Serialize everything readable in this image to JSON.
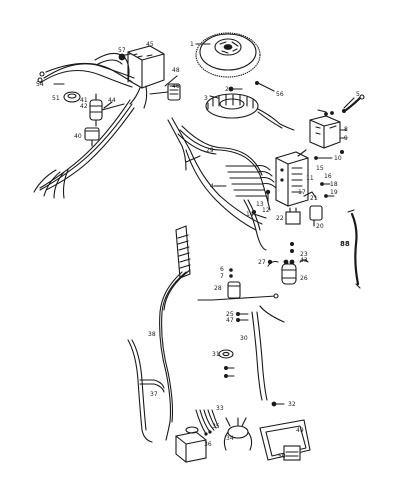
{
  "callouts": [
    {
      "text": "1"
    },
    {
      "text": "2"
    },
    {
      "text": "3"
    },
    {
      "text": "4"
    },
    {
      "text": "5"
    },
    {
      "text": "6"
    },
    {
      "text": "7"
    },
    {
      "text": "8"
    },
    {
      "text": "9"
    },
    {
      "text": "10"
    },
    {
      "text": "11"
    },
    {
      "text": "12"
    },
    {
      "text": "13"
    },
    {
      "text": "14"
    },
    {
      "text": "15"
    },
    {
      "text": "16"
    },
    {
      "text": "17"
    },
    {
      "text": "18"
    },
    {
      "text": "19"
    },
    {
      "text": "20"
    },
    {
      "text": "21"
    },
    {
      "text": "22"
    },
    {
      "text": "23"
    },
    {
      "text": "25"
    },
    {
      "text": "26"
    },
    {
      "text": "27"
    },
    {
      "text": "28"
    },
    {
      "text": "29"
    },
    {
      "text": "30"
    },
    {
      "text": "31"
    },
    {
      "text": "32"
    },
    {
      "text": "33"
    },
    {
      "text": "34"
    },
    {
      "text": "35"
    },
    {
      "text": "36"
    },
    {
      "text": "37"
    },
    {
      "text": "38"
    },
    {
      "text": "40"
    },
    {
      "text": "41"
    },
    {
      "text": "42"
    },
    {
      "text": "43"
    },
    {
      "text": "44"
    },
    {
      "text": "45"
    },
    {
      "text": "46"
    },
    {
      "text": "47"
    },
    {
      "text": "48"
    },
    {
      "text": "49"
    },
    {
      "text": "50"
    },
    {
      "text": "51"
    },
    {
      "text": "54"
    },
    {
      "text": "56"
    },
    {
      "text": "57"
    },
    {
      "text": "88"
    }
  ]
}
